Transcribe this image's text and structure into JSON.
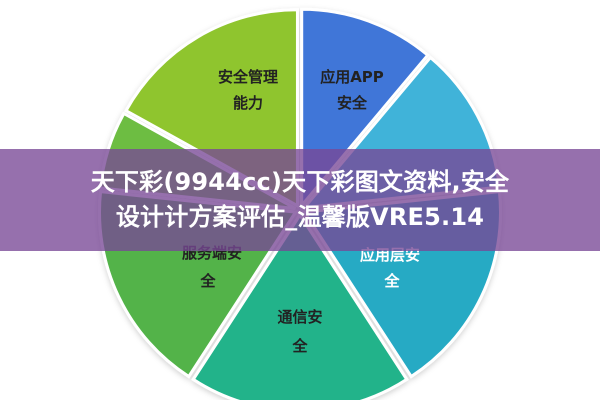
{
  "diagram": {
    "segments": [
      {
        "line1": "安全管理",
        "line2": "能力",
        "color": "#8fc52f",
        "text_color": "#222222"
      },
      {
        "line1": "应用APP",
        "line2": "安全",
        "color": "#3f76d8",
        "text_color": "#222222"
      },
      {
        "line1": "",
        "line2": "",
        "color": "#3fb3d9",
        "text_color": "#ffffff"
      },
      {
        "line1": "应用层安",
        "line2": "全",
        "color": "#27aac4",
        "text_color": "#ffffff"
      },
      {
        "line1": "通信安",
        "line2": "全",
        "color": "#22b38a",
        "text_color": "#222222"
      },
      {
        "line1": "服务端安",
        "line2": "全",
        "color": "#52b34a",
        "text_color": "#222222"
      },
      {
        "line1": "",
        "line2": "",
        "color": "#6dbd43",
        "text_color": "#222222"
      }
    ]
  },
  "banner": {
    "line1": "天下彩(9944cc)天下彩图文资料,安全",
    "line2": "设计计方案评估_温馨版VRE5.14"
  }
}
